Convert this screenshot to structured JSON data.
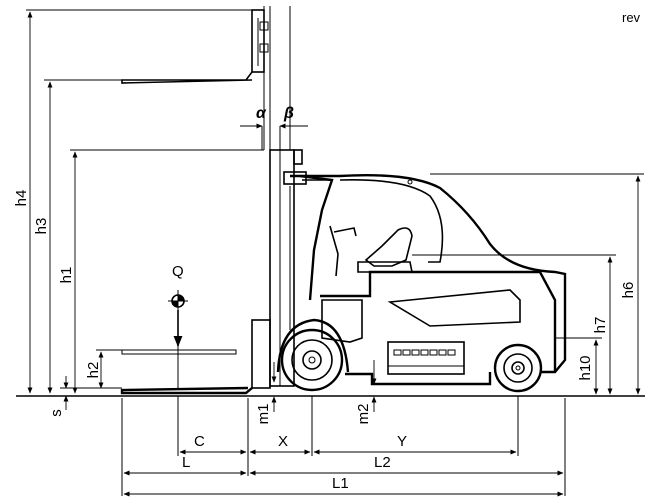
{
  "corner_label": "rev",
  "load_label": "Q",
  "angle_labels": {
    "alpha": "α",
    "beta": "β"
  },
  "vertical_dimensions": {
    "h4": "h4",
    "h3": "h3",
    "h1": "h1",
    "h2": "h2",
    "s": "s",
    "m1": "m1",
    "m2": "m2",
    "h6": "h6",
    "h7": "h7",
    "h10": "h10"
  },
  "horizontal_dimensions": {
    "C": "C",
    "X": "X",
    "Y": "Y",
    "L": "L",
    "L2": "L2",
    "L1": "L1"
  }
}
